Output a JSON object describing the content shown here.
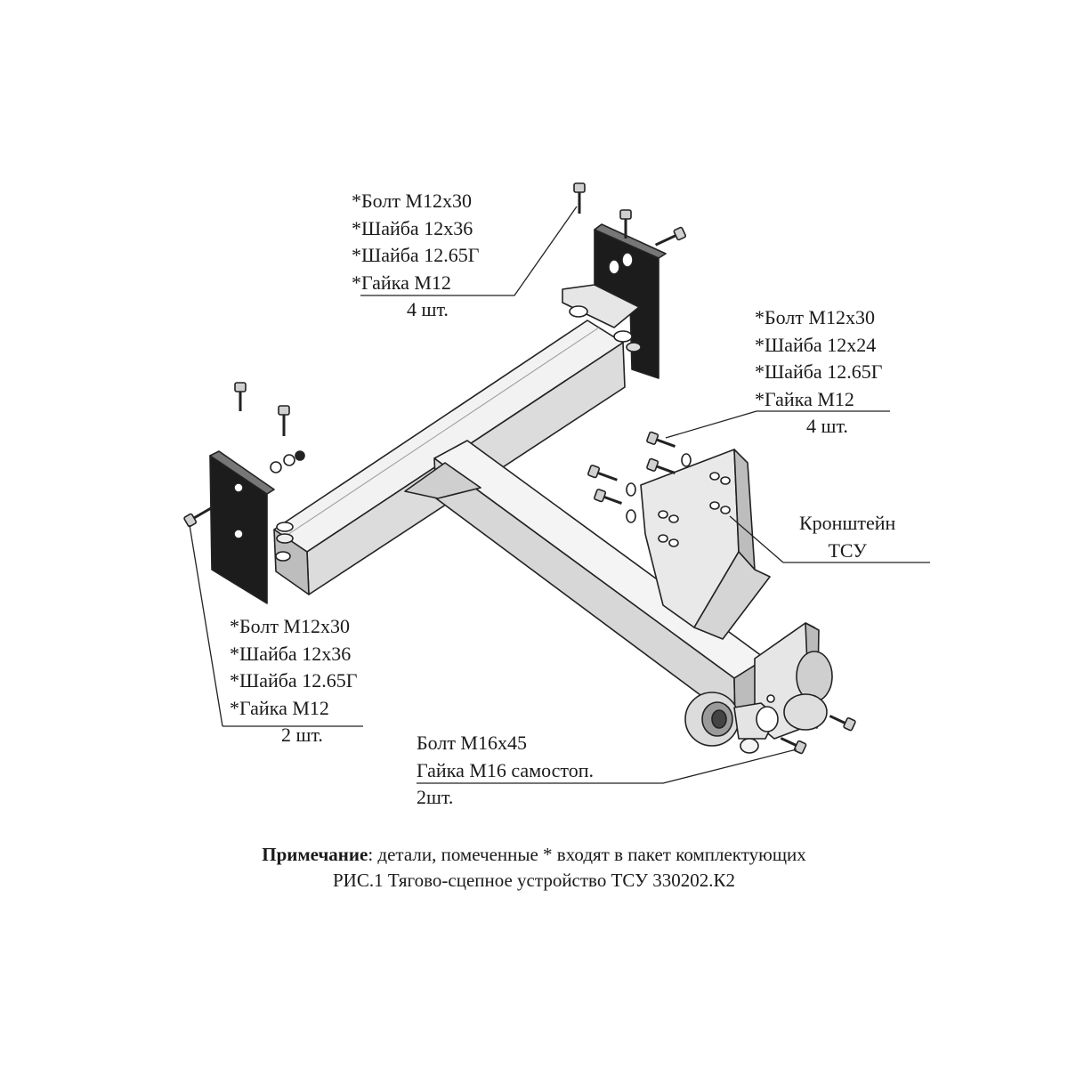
{
  "callouts": {
    "top": {
      "lines": [
        "*Болт М12х30",
        "*Шайба 12х36",
        "*Шайба 12.65Г",
        "*Гайка М12"
      ],
      "qty": "4 шт."
    },
    "right": {
      "lines": [
        "*Болт М12х30",
        "*Шайба 12х24",
        "*Шайба 12.65Г",
        "*Гайка М12"
      ],
      "qty": "4 шт."
    },
    "left": {
      "lines": [
        "*Болт М12х30",
        "*Шайба 12х36",
        "*Шайба 12.65Г",
        "*Гайка М12"
      ],
      "qty": "2 шт."
    },
    "bottom": {
      "lines": [
        "Болт М16х45",
        "Гайка М16 самостоп.",
        "2шт."
      ]
    },
    "bracket": {
      "lines": [
        "Кронштейн",
        "ТСУ"
      ]
    }
  },
  "note": {
    "prefix": "Примечание",
    "text": ": детали, помеченные * входят в пакет комплектующих"
  },
  "caption": "РИС.1 Тягово-сцепное устройство ТСУ 330202.К2"
}
